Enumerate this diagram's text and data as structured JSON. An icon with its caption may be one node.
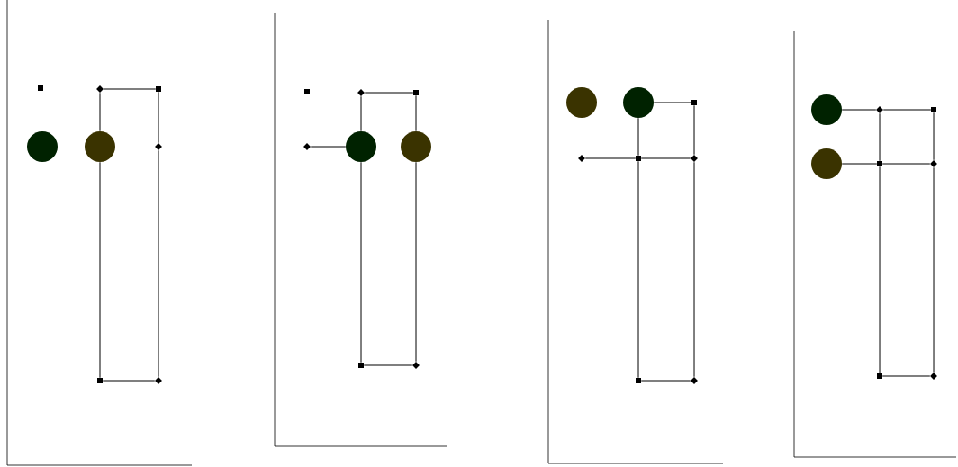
{
  "diagram": {
    "nodes": [
      {
        "text": [],
        "shape": "box"
      },
      {
        "text": [],
        "shape": "diamond"
      },
      {
        "text": [],
        "shape": "box"
      },
      {
        "text": [],
        "shape": "circle"
      },
      {
        "text": [],
        "shape": "circle"
      },
      {
        "text": [],
        "shape": "diamond"
      },
      {
        "text": [],
        "shape": "box"
      },
      {
        "text": [],
        "shape": "diamond"
      },
      {
        "text": [],
        "shape": "box"
      },
      {
        "text": [],
        "shape": "diamond"
      },
      {
        "text": [],
        "shape": "box"
      },
      {
        "text": [],
        "shape": "diamond"
      },
      {
        "text": [],
        "shape": "circle"
      },
      {
        "text": [],
        "shape": "circle"
      },
      {
        "text": [],
        "shape": "box"
      },
      {
        "text": [],
        "shape": "diamond"
      },
      {
        "text": [],
        "shape": "circle"
      },
      {
        "text": [],
        "shape": "circle"
      },
      {
        "text": [],
        "shape": "box"
      },
      {
        "text": [],
        "shape": "diamond"
      },
      {
        "text": [],
        "shape": "box"
      },
      {
        "text": [],
        "shape": "diamond"
      },
      {
        "text": [],
        "shape": "box"
      },
      {
        "text": [],
        "shape": "diamond"
      },
      {
        "text": [],
        "shape": "circle"
      },
      {
        "text": [],
        "shape": "diamond"
      },
      {
        "text": [],
        "shape": "box"
      },
      {
        "text": [],
        "shape": "circle"
      },
      {
        "text": [],
        "shape": "box"
      },
      {
        "text": [],
        "shape": "diamond"
      },
      {
        "text": [],
        "shape": "box"
      },
      {
        "text": [],
        "shape": "diamond"
      }
    ],
    "edges": [
      {
        "from": 1,
        "to": 2,
        "arrow": "none"
      },
      {
        "from": 2,
        "to": 5,
        "arrow": "none"
      },
      {
        "from": 5,
        "to": 7,
        "arrow": "none"
      },
      {
        "from": 7,
        "to": 6,
        "arrow": "none"
      },
      {
        "from": 6,
        "to": 4,
        "arrow": "none"
      },
      {
        "from": 4,
        "to": 1,
        "arrow": "none"
      },
      {
        "from": 11,
        "to": 12,
        "arrow": "none"
      },
      {
        "from": 9,
        "to": 10,
        "arrow": "none"
      },
      {
        "from": 10,
        "to": 13,
        "arrow": "none"
      },
      {
        "from": 13,
        "to": 15,
        "arrow": "none"
      },
      {
        "from": 15,
        "to": 14,
        "arrow": "none"
      },
      {
        "from": 14,
        "to": 12,
        "arrow": "none"
      },
      {
        "from": 12,
        "to": 9,
        "arrow": "none"
      },
      {
        "from": 17,
        "to": 18,
        "arrow": "none"
      },
      {
        "from": 18,
        "to": 21,
        "arrow": "none"
      },
      {
        "from": 21,
        "to": 23,
        "arrow": "none"
      },
      {
        "from": 23,
        "to": 22,
        "arrow": "none"
      },
      {
        "from": 22,
        "to": 20,
        "arrow": "none"
      },
      {
        "from": 20,
        "to": 17,
        "arrow": "none"
      },
      {
        "from": 19,
        "to": 20,
        "arrow": "none"
      },
      {
        "from": 20,
        "to": 21,
        "arrow": "none"
      },
      {
        "from": 24,
        "to": 25,
        "arrow": "none"
      },
      {
        "from": 25,
        "to": 26,
        "arrow": "none"
      },
      {
        "from": 27,
        "to": 28,
        "arrow": "none"
      },
      {
        "from": 28,
        "to": 29,
        "arrow": "none"
      },
      {
        "from": 26,
        "to": 29,
        "arrow": "none"
      },
      {
        "from": 29,
        "to": 31,
        "arrow": "none"
      },
      {
        "from": 31,
        "to": 30,
        "arrow": "none"
      },
      {
        "from": 30,
        "to": 28,
        "arrow": "none"
      },
      {
        "from": 28,
        "to": 25,
        "arrow": "none"
      }
    ]
  }
}
